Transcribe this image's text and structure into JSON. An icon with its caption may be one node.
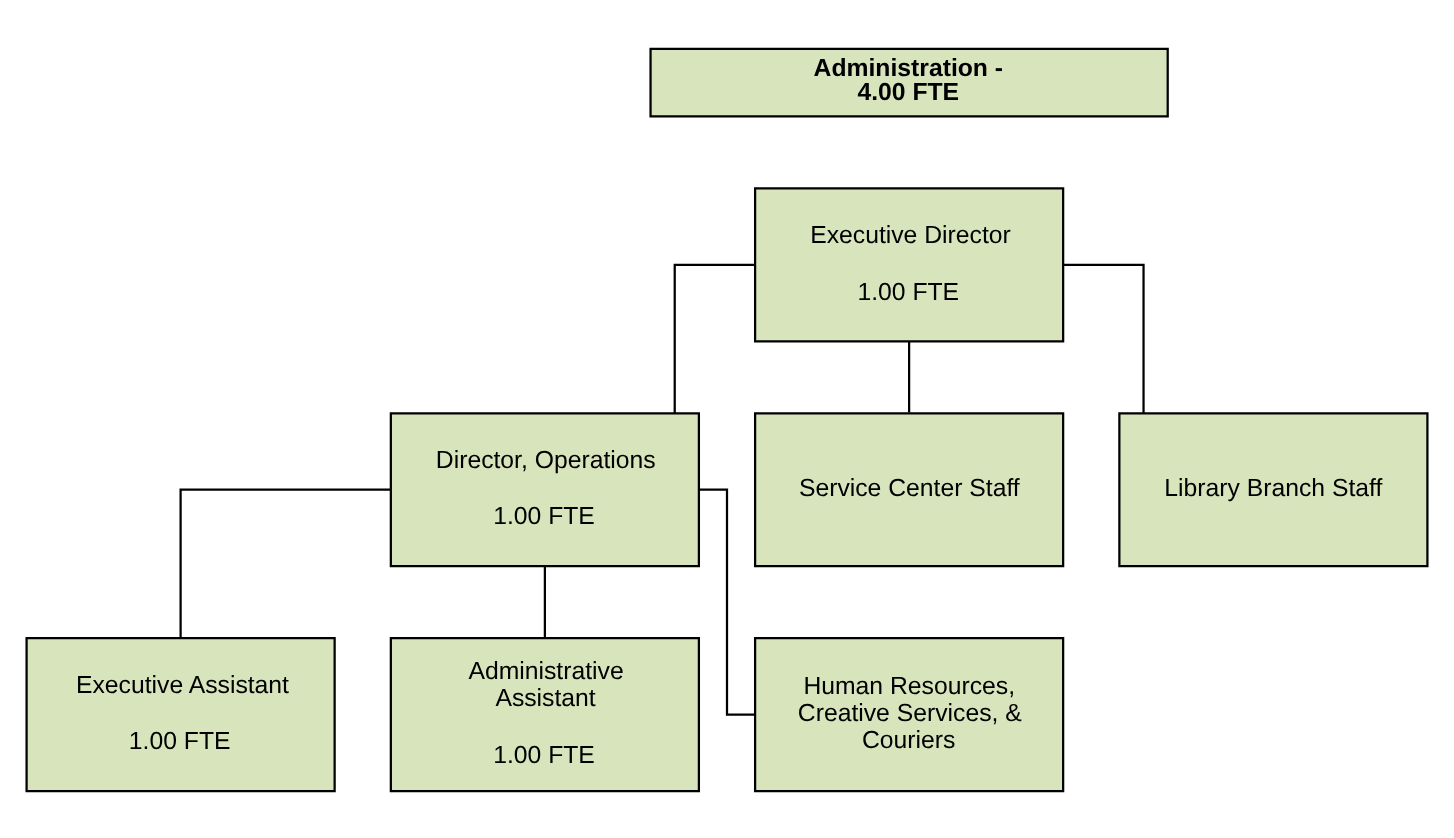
{
  "diagram": {
    "nodes": [
      {
        "text": [
          "Administration - 4.00 FTE"
        ]
      },
      {
        "text": [
          "Executive Director",
          "1.00 FTE"
        ]
      },
      {
        "text": [
          "Director, Operations",
          "1.00 FTE"
        ]
      },
      {
        "text": [
          "Service Center Staff"
        ]
      },
      {
        "text": [
          "Library Branch Staff"
        ]
      },
      {
        "text": [
          "Executive Assistant",
          "1.00 FTE"
        ]
      },
      {
        "text": [
          "Administrative Assistant",
          "1.00 FTE"
        ]
      },
      {
        "text": [
          "Human Resources, Creative Services, & Couriers"
        ]
      }
    ],
    "edges": [
      {
        "from": 1,
        "to": 2,
        "arrow": "none"
      },
      {
        "from": 1,
        "to": 3,
        "arrow": "none"
      },
      {
        "from": 1,
        "to": 4,
        "arrow": "none"
      },
      {
        "from": 2,
        "to": 5,
        "arrow": "none"
      },
      {
        "from": 2,
        "to": 6,
        "arrow": "none"
      },
      {
        "from": 2,
        "to": 7,
        "arrow": "none"
      }
    ]
  }
}
